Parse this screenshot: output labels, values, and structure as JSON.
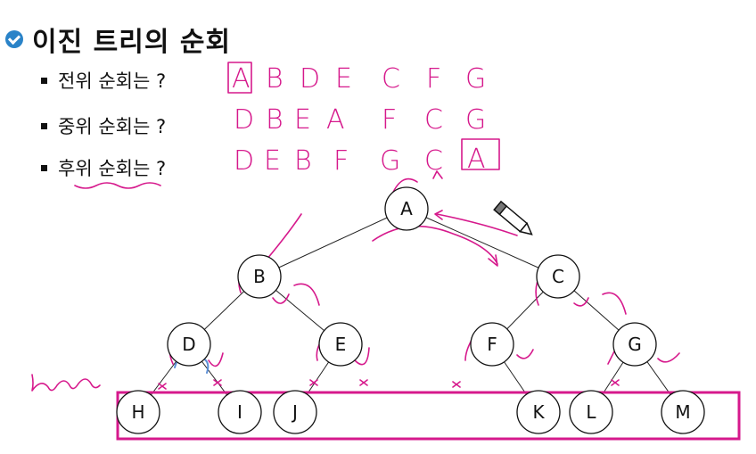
{
  "title": "이진 트리의 순회",
  "questions": {
    "preorder": "전위 순회는 ?",
    "inorder": "중위 순회는 ?",
    "postorder": "후위 순회는 ?"
  },
  "answers": {
    "preorder": [
      "A",
      "B",
      "D",
      "E",
      "C",
      "F",
      "G"
    ],
    "inorder": [
      "D",
      "B",
      "E",
      "A",
      "F",
      "C",
      "G"
    ],
    "postorder": [
      "D",
      "E",
      "B",
      "F",
      "G",
      "C",
      "A"
    ]
  },
  "tree": {
    "nodes": [
      "A",
      "B",
      "C",
      "D",
      "E",
      "F",
      "G",
      "H",
      "I",
      "J",
      "K",
      "L",
      "M"
    ],
    "edges": [
      [
        "A",
        "B"
      ],
      [
        "A",
        "C"
      ],
      [
        "B",
        "D"
      ],
      [
        "B",
        "E"
      ],
      [
        "C",
        "F"
      ],
      [
        "C",
        "G"
      ],
      [
        "D",
        "H"
      ],
      [
        "D",
        "I"
      ],
      [
        "E",
        "J"
      ],
      [
        "F",
        "K"
      ],
      [
        "G",
        "L"
      ],
      [
        "G",
        "M"
      ]
    ]
  },
  "colors": {
    "ink": "#d6198c",
    "check": "#2a83c8",
    "blue_ink": "#5b8fd6"
  },
  "icons": [
    "check-circle-icon",
    "pencil-icon"
  ]
}
